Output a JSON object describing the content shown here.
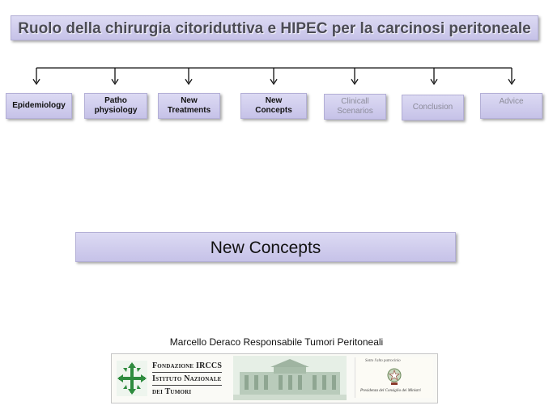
{
  "header": {
    "title": "Ruolo della chirurgia citoriduttiva e HIPEC per la carcinosi peritoneale"
  },
  "nav": {
    "epidemiology": "Epidemiology",
    "pathophysiology_1": "Patho",
    "pathophysiology_2": "physiology",
    "treatments_1": "New",
    "treatments_2": "Treatments",
    "concepts_1": "New",
    "concepts_2": "Concepts",
    "clinical_1": "Clinicall",
    "clinical_2": "Scenarios",
    "conclusion": "Conclusion",
    "advice": "Advice"
  },
  "section": {
    "title": "New Concepts"
  },
  "footer": {
    "author": "Marcello Deraco Responsabile Tumori Peritoneali",
    "logo_name_1": "Fondazione IRCCS",
    "logo_name_2": "Istituto Nazionale",
    "logo_name_3": "dei Tumori",
    "patron_top": "Sotto l'alto patrocinio",
    "patron_bottom": "Presidenza del Consiglio dei Ministri"
  },
  "colors": {
    "box": "#d3d0ef",
    "title_text": "#4b4b55",
    "dim_text": "#8c8c9a",
    "logo_green": "#2e8b3e"
  }
}
